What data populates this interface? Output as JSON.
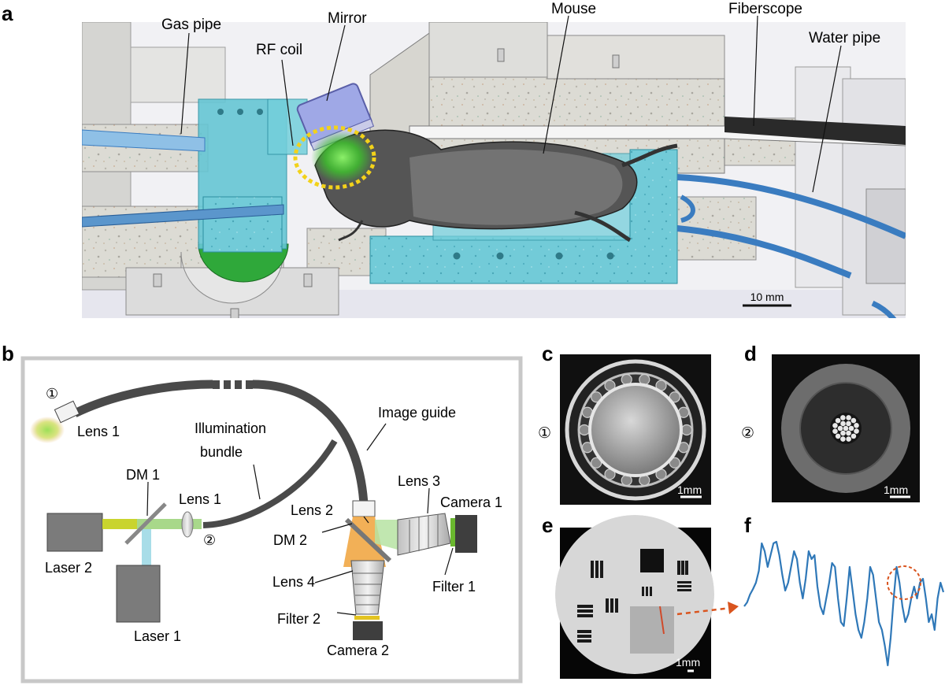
{
  "panels": {
    "a": {
      "letter": "a",
      "labels": {
        "gas_pipe": "Gas pipe",
        "rf_coil": "RF coil",
        "mirror": "Mirror",
        "mouse": "Mouse",
        "fiberscope": "Fiberscope",
        "water_pipe": "Water pipe"
      },
      "scale_bar": "10 mm"
    },
    "b": {
      "letter": "b",
      "labels": {
        "marker_1": "①",
        "marker_2": "②",
        "lens_1_tip": "Lens 1",
        "lens_1": "Lens 1",
        "illumination_line1": "Illumination",
        "illumination_line2": "bundle",
        "image_guide": "Image guide",
        "dm_1": "DM 1",
        "dm_2": "DM 2",
        "lens_2": "Lens 2",
        "lens_3": "Lens 3",
        "lens_4": "Lens 4",
        "camera_1": "Camera 1",
        "camera_2": "Camera 2",
        "filter_1": "Filter 1",
        "filter_2": "Filter 2",
        "laser_1": "Laser 1",
        "laser_2": "Laser 2"
      }
    },
    "c": {
      "letter": "c",
      "marker": "①",
      "scale_bar": "1mm"
    },
    "d": {
      "letter": "d",
      "marker": "②",
      "scale_bar": "1mm"
    },
    "e": {
      "letter": "e",
      "scale_bar": "1mm"
    },
    "f": {
      "letter": "f"
    }
  },
  "colors": {
    "housing_gray": "#d9d9d6",
    "cyan_block": "#66c8d6",
    "blue_pipe": "#3a7cc0",
    "trace_blue": "#2f78b8",
    "green_glow": "#4fbf3a",
    "yellow_ring": "#f2d21a",
    "orange_arrow": "#d9541e"
  }
}
